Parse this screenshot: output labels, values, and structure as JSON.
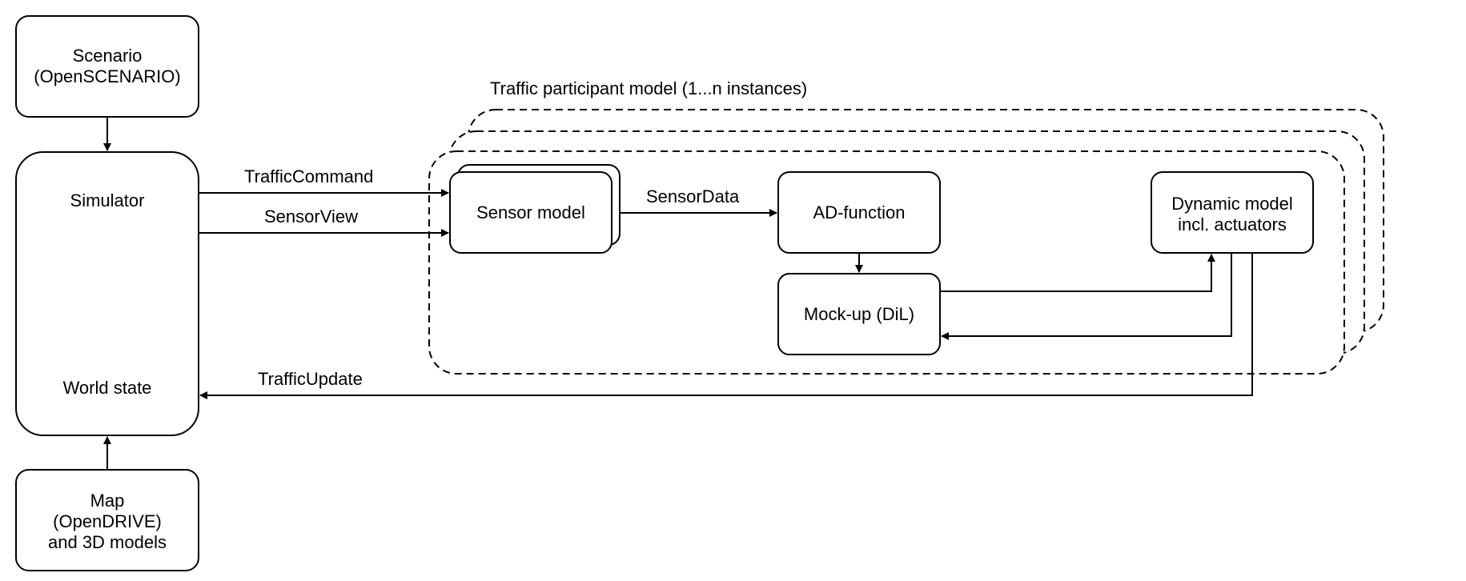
{
  "boxes": {
    "scenario": [
      "Scenario",
      "(OpenSCENARIO)"
    ],
    "simulator": "Simulator",
    "world_state": "World state",
    "map": [
      "Map",
      "(OpenDRIVE)",
      "and 3D models"
    ],
    "sensor_model": "Sensor model",
    "ad_function": "AD-function",
    "mockup": "Mock-up (DiL)",
    "dynamic_model": [
      "Dynamic model",
      "incl. actuators"
    ]
  },
  "group_label": "Traffic participant model (1...n instances)",
  "edges": {
    "traffic_command": "TrafficCommand",
    "sensor_view": "SensorView",
    "sensor_data": "SensorData",
    "traffic_update": "TrafficUpdate"
  }
}
